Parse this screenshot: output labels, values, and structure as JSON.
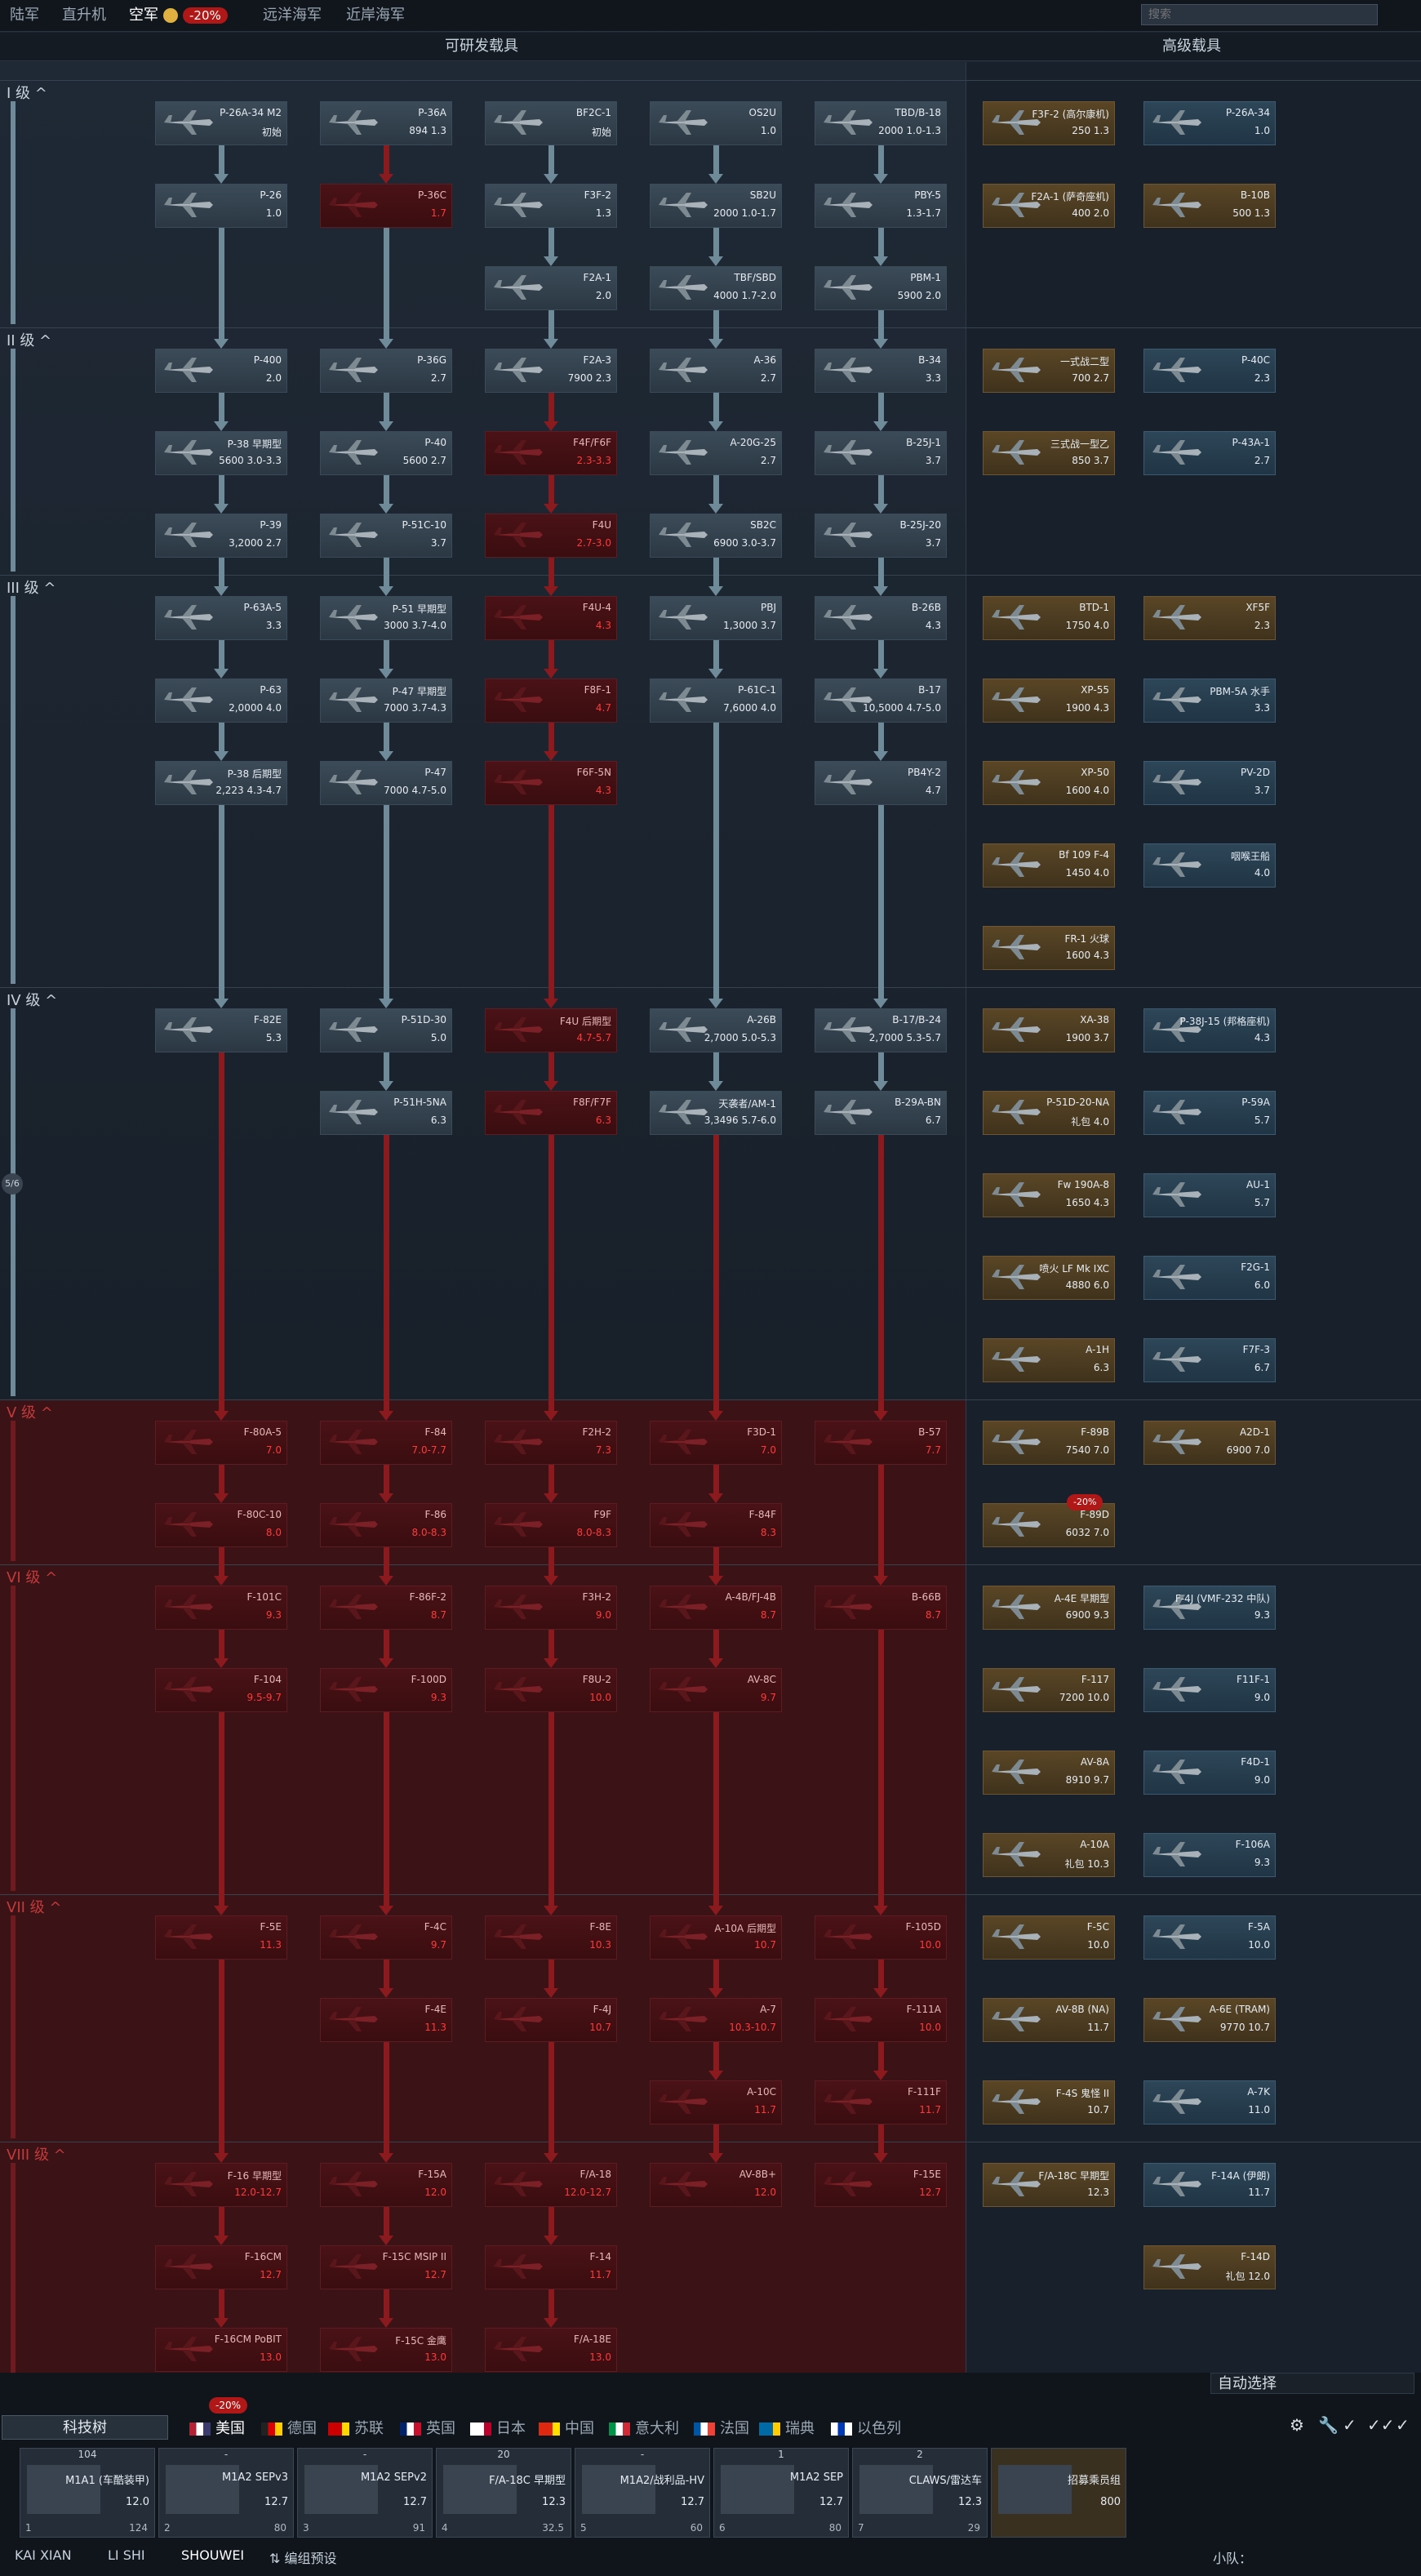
{
  "tabs": [
    {
      "label": "陆军",
      "active": false
    },
    {
      "label": "直升机",
      "active": false
    },
    {
      "label": "空军",
      "active": true,
      "discount": "-20%"
    },
    {
      "label": "远洋海军",
      "active": false
    },
    {
      "label": "近岸海军",
      "active": false
    }
  ],
  "search": {
    "placeholder": "搜索"
  },
  "headers": {
    "research": "可研发载具",
    "premium": "高级载具"
  },
  "ranks": [
    {
      "label": "I 级",
      "locked": false
    },
    {
      "label": "II 级",
      "locked": false
    },
    {
      "label": "III 级",
      "locked": false
    },
    {
      "label": "IV 级",
      "locked": false
    },
    {
      "label": "V 级",
      "locked": true
    },
    {
      "label": "VI 级",
      "locked": true
    },
    {
      "label": "VII 级",
      "locked": true
    },
    {
      "label": "VIII 级",
      "locked": true
    }
  ],
  "progress_label": "5/6",
  "columns": [
    {
      "cells": [
        {
          "name": "P-26A-34 M2",
          "br": "初始",
          "state": "owned"
        },
        {
          "name": "P-26",
          "br": "1.0",
          "state": "owned"
        },
        null,
        {
          "name": "P-400",
          "br": "2.0",
          "state": "owned"
        },
        {
          "name": "P-38 早期型",
          "br": "5600 3.0-3.3",
          "state": "owned"
        },
        {
          "name": "P-39",
          "br": "3,2000 2.7",
          "state": "owned"
        },
        {
          "name": "P-63A-5",
          "br": "3.3",
          "state": "owned"
        },
        {
          "name": "P-63",
          "br": "2,0000 4.0",
          "state": "owned"
        },
        {
          "name": "P-38 后期型",
          "br": "2,223 4.3-4.7",
          "state": "owned"
        },
        null,
        null,
        {
          "name": "F-82E",
          "br": "5.3",
          "state": "owned"
        },
        null,
        null,
        null,
        null,
        {
          "name": "F-80A-5",
          "br": "7.0",
          "state": "locked"
        },
        {
          "name": "F-80C-10",
          "br": "8.0",
          "state": "locked"
        },
        {
          "name": "F-101C",
          "br": "9.3",
          "state": "locked"
        },
        {
          "name": "F-104",
          "br": "9.5-9.7",
          "state": "locked"
        },
        null,
        null,
        {
          "name": "F-5E",
          "br": "11.3",
          "state": "locked"
        },
        null,
        null,
        {
          "name": "F-16 早期型",
          "br": "12.0-12.7",
          "state": "locked"
        },
        {
          "name": "F-16CM",
          "br": "12.7",
          "state": "locked"
        },
        {
          "name": "F-16CM PoBIT",
          "br": "13.0",
          "state": "locked"
        }
      ]
    },
    {
      "cells": [
        {
          "name": "P-36A",
          "br": "894 1.3",
          "state": "owned"
        },
        {
          "name": "P-36C",
          "br": "1.7",
          "state": "locked"
        },
        null,
        {
          "name": "P-36G",
          "br": "2.7",
          "state": "owned"
        },
        {
          "name": "P-40",
          "br": "5600 2.7",
          "state": "owned"
        },
        {
          "name": "P-51C-10",
          "br": "3.7",
          "state": "owned"
        },
        {
          "name": "P-51 早期型",
          "br": "3000 3.7-4.0",
          "state": "owned"
        },
        {
          "name": "P-47 早期型",
          "br": "7000 3.7-4.3",
          "state": "owned"
        },
        {
          "name": "P-47",
          "br": "7000 4.7-5.0",
          "state": "owned"
        },
        null,
        null,
        {
          "name": "P-51D-30",
          "br": "5.0",
          "state": "owned"
        },
        {
          "name": "P-51H-5NA",
          "br": "6.3",
          "state": "owned"
        },
        null,
        null,
        null,
        {
          "name": "F-84",
          "br": "7.0-7.7",
          "state": "locked"
        },
        {
          "name": "F-86",
          "br": "8.0-8.3",
          "state": "locked"
        },
        {
          "name": "F-86F-2",
          "br": "8.7",
          "state": "locked"
        },
        {
          "name": "F-100D",
          "br": "9.3",
          "state": "locked"
        },
        null,
        null,
        {
          "name": "F-4C",
          "br": "9.7",
          "state": "locked"
        },
        {
          "name": "F-4E",
          "br": "11.3",
          "state": "locked"
        },
        null,
        {
          "name": "F-15A",
          "br": "12.0",
          "state": "locked"
        },
        {
          "name": "F-15C MSIP II",
          "br": "12.7",
          "state": "locked"
        },
        {
          "name": "F-15C 金鹰",
          "br": "13.0",
          "state": "locked"
        }
      ]
    },
    {
      "cells": [
        {
          "name": "BF2C-1",
          "br": "初始",
          "state": "owned"
        },
        {
          "name": "F3F-2",
          "br": "1.3",
          "state": "owned"
        },
        {
          "name": "F2A-1",
          "br": "2.0",
          "state": "owned"
        },
        {
          "name": "F2A-3",
          "br": "7900 2.3",
          "state": "owned"
        },
        {
          "name": "F4F/F6F",
          "br": "2.3-3.3",
          "state": "locked"
        },
        {
          "name": "F4U",
          "br": "2.7-3.0",
          "state": "locked"
        },
        {
          "name": "F4U-4",
          "br": "4.3",
          "state": "locked"
        },
        {
          "name": "F8F-1",
          "br": "4.7",
          "state": "locked"
        },
        {
          "name": "F6F-5N",
          "br": "4.3",
          "state": "locked"
        },
        null,
        null,
        {
          "name": "F4U 后期型",
          "br": "4.7-5.7",
          "state": "locked"
        },
        {
          "name": "F8F/F7F",
          "br": "6.3",
          "state": "locked"
        },
        null,
        null,
        null,
        {
          "name": "F2H-2",
          "br": "7.3",
          "state": "locked"
        },
        {
          "name": "F9F",
          "br": "8.0-8.3",
          "state": "locked"
        },
        {
          "name": "F3H-2",
          "br": "9.0",
          "state": "locked"
        },
        {
          "name": "F8U-2",
          "br": "10.0",
          "state": "locked"
        },
        null,
        null,
        {
          "name": "F-8E",
          "br": "10.3",
          "state": "locked"
        },
        {
          "name": "F-4J",
          "br": "10.7",
          "state": "locked"
        },
        null,
        {
          "name": "F/A-18",
          "br": "12.0-12.7",
          "state": "locked"
        },
        {
          "name": "F-14",
          "br": "11.7",
          "state": "locked"
        },
        {
          "name": "F/A-18E",
          "br": "13.0",
          "state": "locked"
        }
      ]
    },
    {
      "cells": [
        {
          "name": "OS2U",
          "br": "1.0",
          "state": "owned"
        },
        {
          "name": "SB2U",
          "br": "2000 1.0-1.7",
          "state": "owned"
        },
        {
          "name": "TBF/SBD",
          "br": "4000 1.7-2.0",
          "state": "owned"
        },
        {
          "name": "A-36",
          "br": "2.7",
          "state": "owned"
        },
        {
          "name": "A-20G-25",
          "br": "2.7",
          "state": "owned"
        },
        {
          "name": "SB2C",
          "br": "6900 3.0-3.7",
          "state": "owned"
        },
        {
          "name": "PBJ",
          "br": "1,3000 3.7",
          "state": "owned"
        },
        {
          "name": "P-61C-1",
          "br": "7,6000 4.0",
          "state": "owned"
        },
        null,
        null,
        null,
        {
          "name": "A-26B",
          "br": "2,7000 5.0-5.3",
          "state": "owned"
        },
        {
          "name": "天袭者/AM-1",
          "br": "3,3496 5.7-6.0",
          "state": "owned"
        },
        null,
        null,
        null,
        {
          "name": "F3D-1",
          "br": "7.0",
          "state": "locked"
        },
        {
          "name": "F-84F",
          "br": "8.3",
          "state": "locked"
        },
        {
          "name": "A-4B/FJ-4B",
          "br": "8.7",
          "state": "locked"
        },
        {
          "name": "AV-8C",
          "br": "9.7",
          "state": "locked"
        },
        null,
        null,
        {
          "name": "A-10A 后期型",
          "br": "10.7",
          "state": "locked"
        },
        {
          "name": "A-7",
          "br": "10.3-10.7",
          "state": "locked"
        },
        {
          "name": "A-10C",
          "br": "11.7",
          "state": "locked"
        },
        {
          "name": "AV-8B+",
          "br": "12.0",
          "state": "locked"
        },
        null,
        null
      ]
    },
    {
      "cells": [
        {
          "name": "TBD/B-18",
          "br": "2000 1.0-1.3",
          "state": "owned"
        },
        {
          "name": "PBY-5",
          "br": "1.3-1.7",
          "state": "owned"
        },
        {
          "name": "PBM-1",
          "br": "5900 2.0",
          "state": "owned"
        },
        {
          "name": "B-34",
          "br": "3.3",
          "state": "owned"
        },
        {
          "name": "B-25J-1",
          "br": "3.7",
          "state": "owned"
        },
        {
          "name": "B-25J-20",
          "br": "3.7",
          "state": "owned"
        },
        {
          "name": "B-26B",
          "br": "4.3",
          "state": "owned"
        },
        {
          "name": "B-17",
          "br": "10,5000 4.7-5.0",
          "state": "owned"
        },
        {
          "name": "PB4Y-2",
          "br": "4.7",
          "state": "owned"
        },
        null,
        null,
        {
          "name": "B-17/B-24",
          "br": "2,7000 5.3-5.7",
          "state": "owned"
        },
        {
          "name": "B-29A-BN",
          "br": "6.7",
          "state": "owned"
        },
        null,
        null,
        null,
        {
          "name": "B-57",
          "br": "7.7",
          "state": "locked"
        },
        null,
        {
          "name": "B-66B",
          "br": "8.7",
          "state": "locked"
        },
        null,
        null,
        null,
        {
          "name": "F-105D",
          "br": "10.0",
          "state": "locked"
        },
        {
          "name": "F-111A",
          "br": "10.0",
          "state": "locked"
        },
        {
          "name": "F-111F",
          "br": "11.7",
          "state": "locked"
        },
        {
          "name": "F-15E",
          "br": "12.7",
          "state": "locked"
        },
        null,
        null
      ]
    },
    {
      "cells": [
        {
          "name": "F3F-2 (高尔康机)",
          "br": "250 1.3",
          "state": "prem"
        },
        {
          "name": "F2A-1 (萨奇座机)",
          "br": "400 2.0",
          "state": "prem"
        },
        null,
        {
          "name": "一式战二型",
          "br": "700 2.7",
          "state": "prem"
        },
        {
          "name": "三式战一型乙",
          "br": "850 3.7",
          "state": "prem"
        },
        null,
        {
          "name": "BTD-1",
          "br": "1750 4.0",
          "state": "prem"
        },
        {
          "name": "XP-55",
          "br": "1900 4.3",
          "state": "prem"
        },
        {
          "name": "XP-50",
          "br": "1600 4.0",
          "state": "prem"
        },
        {
          "name": "Bf 109 F-4",
          "br": "1450 4.0",
          "state": "prem"
        },
        {
          "name": "FR-1 火球",
          "br": "1600 4.3",
          "state": "prem"
        },
        {
          "name": "XA-38",
          "br": "1900 3.7",
          "state": "prem"
        },
        {
          "name": "P-51D-20-NA",
          "br": "礼包 4.0",
          "state": "prem"
        },
        {
          "name": "Fw 190A-8",
          "br": "1650 4.3",
          "state": "prem"
        },
        {
          "name": "喷火 LF Mk IXC",
          "br": "4880 6.0",
          "state": "prem"
        },
        {
          "name": "A-1H",
          "br": "6.3",
          "state": "prem"
        },
        {
          "name": "F-89B",
          "br": "7540 7.0",
          "state": "prem"
        },
        {
          "name": "F-89D",
          "br": "6032 7.0",
          "state": "prem"
        },
        {
          "name": "A-4E 早期型",
          "br": "6900 9.3",
          "state": "prem"
        },
        {
          "name": "F-117",
          "br": "7200 10.0",
          "state": "prem"
        },
        {
          "name": "AV-8A",
          "br": "8910 9.7",
          "state": "prem"
        },
        {
          "name": "A-10A",
          "br": "礼包 10.3",
          "state": "prem"
        },
        {
          "name": "F-5C",
          "br": "10.0",
          "state": "prem"
        },
        {
          "name": "AV-8B (NA)",
          "br": "11.7",
          "state": "prem"
        },
        {
          "name": "F-4S 鬼怪 II",
          "br": "10.7",
          "state": "prem"
        },
        {
          "name": "F/A-18C 早期型",
          "br": "12.3",
          "state": "prem"
        },
        null,
        null
      ]
    },
    {
      "cells": [
        {
          "name": "P-26A-34",
          "br": "1.0",
          "state": "squad"
        },
        {
          "name": "B-10B",
          "br": "500 1.3",
          "state": "prem"
        },
        null,
        {
          "name": "P-40C",
          "br": "2.3",
          "state": "squad"
        },
        {
          "name": "P-43A-1",
          "br": "2.7",
          "state": "squad"
        },
        null,
        {
          "name": "XF5F",
          "br": "2.3",
          "state": "prem"
        },
        {
          "name": "PBM-5A 水手",
          "br": "3.3",
          "state": "squad"
        },
        {
          "name": "PV-2D",
          "br": "3.7",
          "state": "squad"
        },
        {
          "name": "咽喉王船",
          "br": "4.0",
          "state": "squad"
        },
        null,
        {
          "name": "P-38J-15 (邦格座机)",
          "br": "4.3",
          "state": "squad"
        },
        {
          "name": "P-59A",
          "br": "5.7",
          "state": "squad"
        },
        {
          "name": "AU-1",
          "br": "5.7",
          "state": "squad"
        },
        {
          "name": "F2G-1",
          "br": "6.0",
          "state": "squad"
        },
        {
          "name": "F7F-3",
          "br": "6.7",
          "state": "squad"
        },
        {
          "name": "A2D-1",
          "br": "6900 7.0",
          "state": "prem"
        },
        null,
        {
          "name": "F-4J (VMF-232 中队)",
          "br": "9.3",
          "state": "squad"
        },
        {
          "name": "F11F-1",
          "br": "9.0",
          "state": "squad"
        },
        {
          "name": "F4D-1",
          "br": "9.0",
          "state": "squad"
        },
        {
          "name": "F-106A",
          "br": "9.3",
          "state": "squad"
        },
        {
          "name": "F-5A",
          "br": "10.0",
          "state": "squad"
        },
        {
          "name": "A-6E (TRAM)",
          "br": "9770 10.7",
          "state": "prem"
        },
        {
          "name": "A-7K",
          "br": "11.0",
          "state": "squad"
        },
        {
          "name": "F-14A (伊朗)",
          "br": "11.7",
          "state": "squad"
        },
        {
          "name": "F-14D",
          "br": "礼包 12.0",
          "state": "prem"
        },
        null
      ]
    }
  ],
  "prem_discount": "-20%",
  "bottom": {
    "auto_select": "自动选择",
    "tech_tree_button": "科技树",
    "nation_discount": "-20%",
    "nations": [
      {
        "label": "美国",
        "active": true,
        "colors": [
          "#b22234",
          "#ffffff",
          "#3c3b6e"
        ]
      },
      {
        "label": "德国",
        "active": false,
        "colors": [
          "#222222",
          "#dd0000",
          "#ffce00"
        ]
      },
      {
        "label": "苏联",
        "active": false,
        "colors": [
          "#cc0000",
          "#cc0000",
          "#ffd700"
        ]
      },
      {
        "label": "英国",
        "active": false,
        "colors": [
          "#012169",
          "#ffffff",
          "#c8102e"
        ]
      },
      {
        "label": "日本",
        "active": false,
        "colors": [
          "#ffffff",
          "#ffffff",
          "#bc002d"
        ]
      },
      {
        "label": "中国",
        "active": false,
        "colors": [
          "#de2910",
          "#de2910",
          "#ffde00"
        ]
      },
      {
        "label": "意大利",
        "active": false,
        "colors": [
          "#009246",
          "#ffffff",
          "#ce2b37"
        ]
      },
      {
        "label": "法国",
        "active": false,
        "colors": [
          "#0055a4",
          "#ffffff",
          "#ef4135"
        ]
      },
      {
        "label": "瑞典",
        "active": false,
        "colors": [
          "#006aa7",
          "#006aa7",
          "#fecc00"
        ]
      },
      {
        "label": "以色列",
        "active": false,
        "colors": [
          "#ffffff",
          "#0038b8",
          "#ffffff"
        ]
      }
    ],
    "crew": [
      {
        "top": "104",
        "name": "M1A1 (车酷装甲)",
        "br": "12.0",
        "slot": "1",
        "extra": "124"
      },
      {
        "top": "-",
        "name": "M1A2 SEPv3",
        "br": "12.7",
        "slot": "2",
        "extra": "80"
      },
      {
        "top": "-",
        "name": "M1A2 SEPv2",
        "br": "12.7",
        "slot": "3",
        "extra": "91"
      },
      {
        "top": "20",
        "name": "F/A-18C 早期型",
        "br": "12.3",
        "slot": "4",
        "extra": "32.5"
      },
      {
        "top": "-",
        "name": "M1A2/战利品-HV",
        "br": "12.7",
        "slot": "5",
        "extra": "60"
      },
      {
        "top": "1",
        "name": "M1A2 SEP",
        "br": "12.7",
        "slot": "6",
        "extra": "80"
      },
      {
        "top": "2",
        "name": "CLAWS/雷达车",
        "br": "12.3",
        "slot": "7",
        "extra": "29"
      },
      {
        "top": "",
        "name": "招募乘员组",
        "br": "800",
        "slot": "",
        "extra": ""
      }
    ],
    "preset_label": "编组预设",
    "status_buttons": [
      "KAI XIAN",
      "LI SHI",
      "SHOUWEI"
    ],
    "squad_label": "小队："
  },
  "colors": {
    "owned": "#6f8a98",
    "locked": "#8b1a1f",
    "locked_zone": "#3b1216",
    "prem": "#5a4626"
  }
}
